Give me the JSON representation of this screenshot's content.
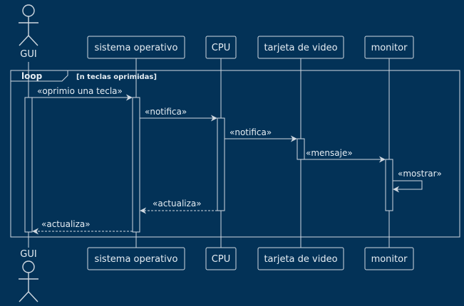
{
  "colors": {
    "background": "#033257",
    "stroke": "#d0d8e0",
    "text": "#e6edf3"
  },
  "actor": {
    "name": "GUI",
    "icon": "stick-figure-icon"
  },
  "participants": [
    {
      "key": "sistema",
      "label": "sistema operativo"
    },
    {
      "key": "cpu",
      "label": "CPU"
    },
    {
      "key": "video",
      "label": "tarjeta de video"
    },
    {
      "key": "monitor",
      "label": "monitor"
    }
  ],
  "loop": {
    "keyword": "loop",
    "condition": "[n teclas oprimidas]"
  },
  "messages": [
    {
      "from": "gui",
      "to": "sistema",
      "label": "«oprimio una tecla»",
      "kind": "sync"
    },
    {
      "from": "sistema",
      "to": "cpu",
      "label": "«notifica»",
      "kind": "sync"
    },
    {
      "from": "cpu",
      "to": "video",
      "label": "«notifica»",
      "kind": "sync"
    },
    {
      "from": "video",
      "to": "monitor",
      "label": "«mensaje»",
      "kind": "sync"
    },
    {
      "from": "monitor",
      "to": "monitor",
      "label": "«mostrar»",
      "kind": "self"
    },
    {
      "from": "cpu",
      "to": "sistema",
      "label": "«actualiza»",
      "kind": "return"
    },
    {
      "from": "sistema",
      "to": "gui",
      "label": "«actualiza»",
      "kind": "return"
    }
  ]
}
